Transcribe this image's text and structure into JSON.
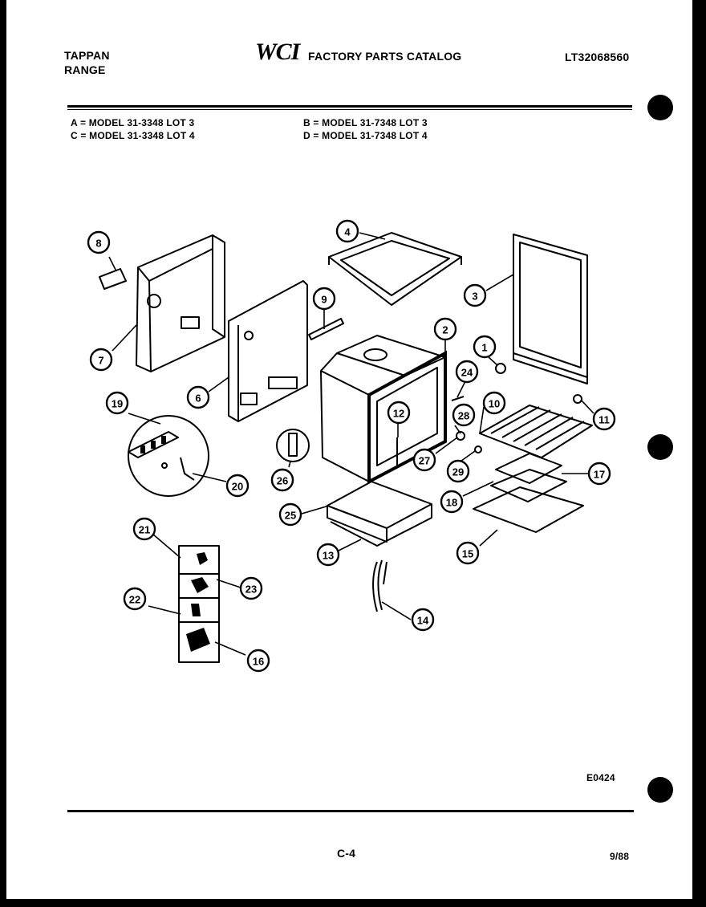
{
  "header": {
    "brand_line1": "TAPPAN",
    "brand_line2": "RANGE",
    "logo_text": "WCI",
    "catalog_title": "FACTORY PARTS CATALOG",
    "catalog_number": "LT32068560"
  },
  "models": {
    "a": "A = MODEL 31-3348 LOT 3",
    "b": "B = MODEL 31-7348 LOT 3",
    "c": "C = MODEL 31-3348 LOT 4",
    "d": "D = MODEL 31-7348 LOT 4"
  },
  "callouts": [
    "8",
    "4",
    "3",
    "9",
    "2",
    "1",
    "7",
    "24",
    "6",
    "19",
    "10",
    "11",
    "12",
    "26",
    "20",
    "28",
    "27",
    "29",
    "26",
    "17",
    "25",
    "18",
    "21",
    "13",
    "15",
    "23",
    "22",
    "14",
    "16"
  ],
  "footer": {
    "figure_code": "E0424",
    "page": "C-4",
    "date": "9/88"
  }
}
